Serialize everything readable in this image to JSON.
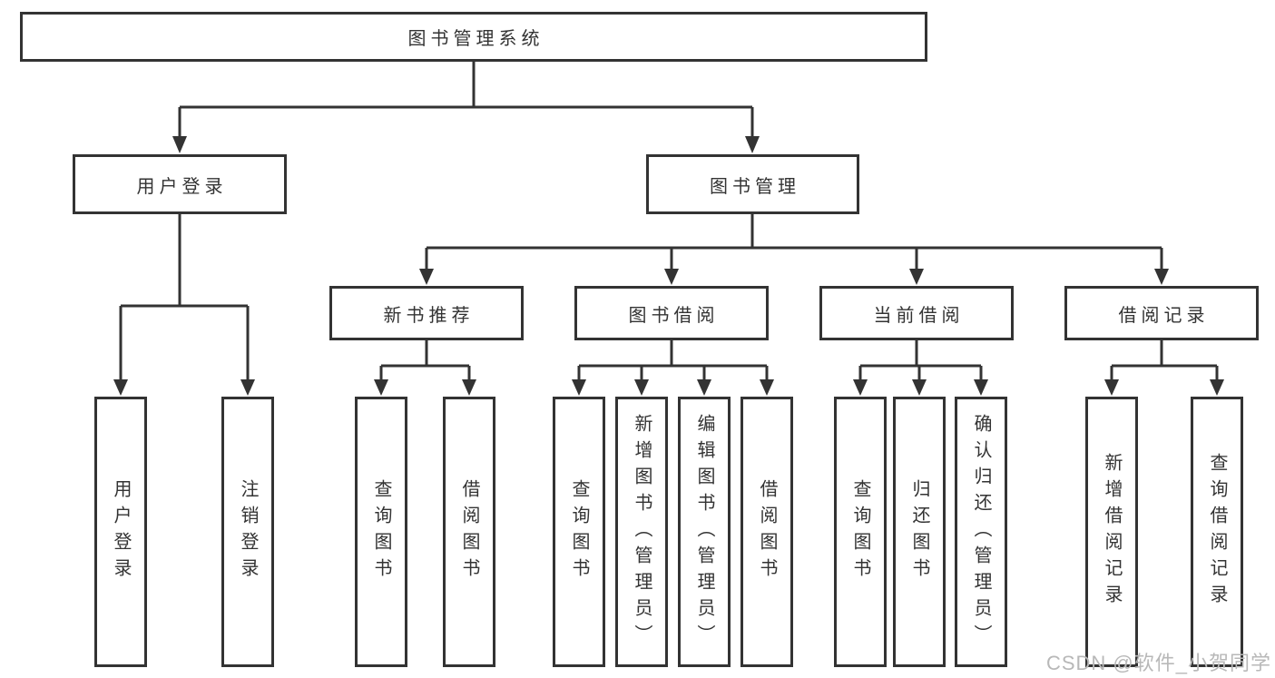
{
  "colors": {
    "line": "#333333",
    "border": "#333333",
    "text": "#333333",
    "background": "#ffffff"
  },
  "watermark": {
    "text": "CSDN @软件_小贺同学",
    "color": "#b8b8b8"
  },
  "tree": {
    "root": {
      "label": "图书管理系统"
    },
    "children": [
      {
        "label": "用户登录",
        "children": [
          {
            "label": "用户登录"
          },
          {
            "label": "注销登录"
          }
        ]
      },
      {
        "label": "图书管理",
        "children": [
          {
            "label": "新书推荐",
            "children": [
              {
                "label": "查询图书"
              },
              {
                "label": "借阅图书"
              }
            ]
          },
          {
            "label": "图书借阅",
            "children": [
              {
                "label": "查询图书"
              },
              {
                "label": "新增图书（管理员）"
              },
              {
                "label": "编辑图书（管理员）"
              },
              {
                "label": "借阅图书"
              }
            ]
          },
          {
            "label": "当前借阅",
            "children": [
              {
                "label": "查询图书"
              },
              {
                "label": "归还图书"
              },
              {
                "label": "确认归还（管理员）"
              }
            ]
          },
          {
            "label": "借阅记录",
            "children": [
              {
                "label": "新增借阅记录"
              },
              {
                "label": "查询借阅记录"
              }
            ]
          }
        ]
      }
    ]
  }
}
